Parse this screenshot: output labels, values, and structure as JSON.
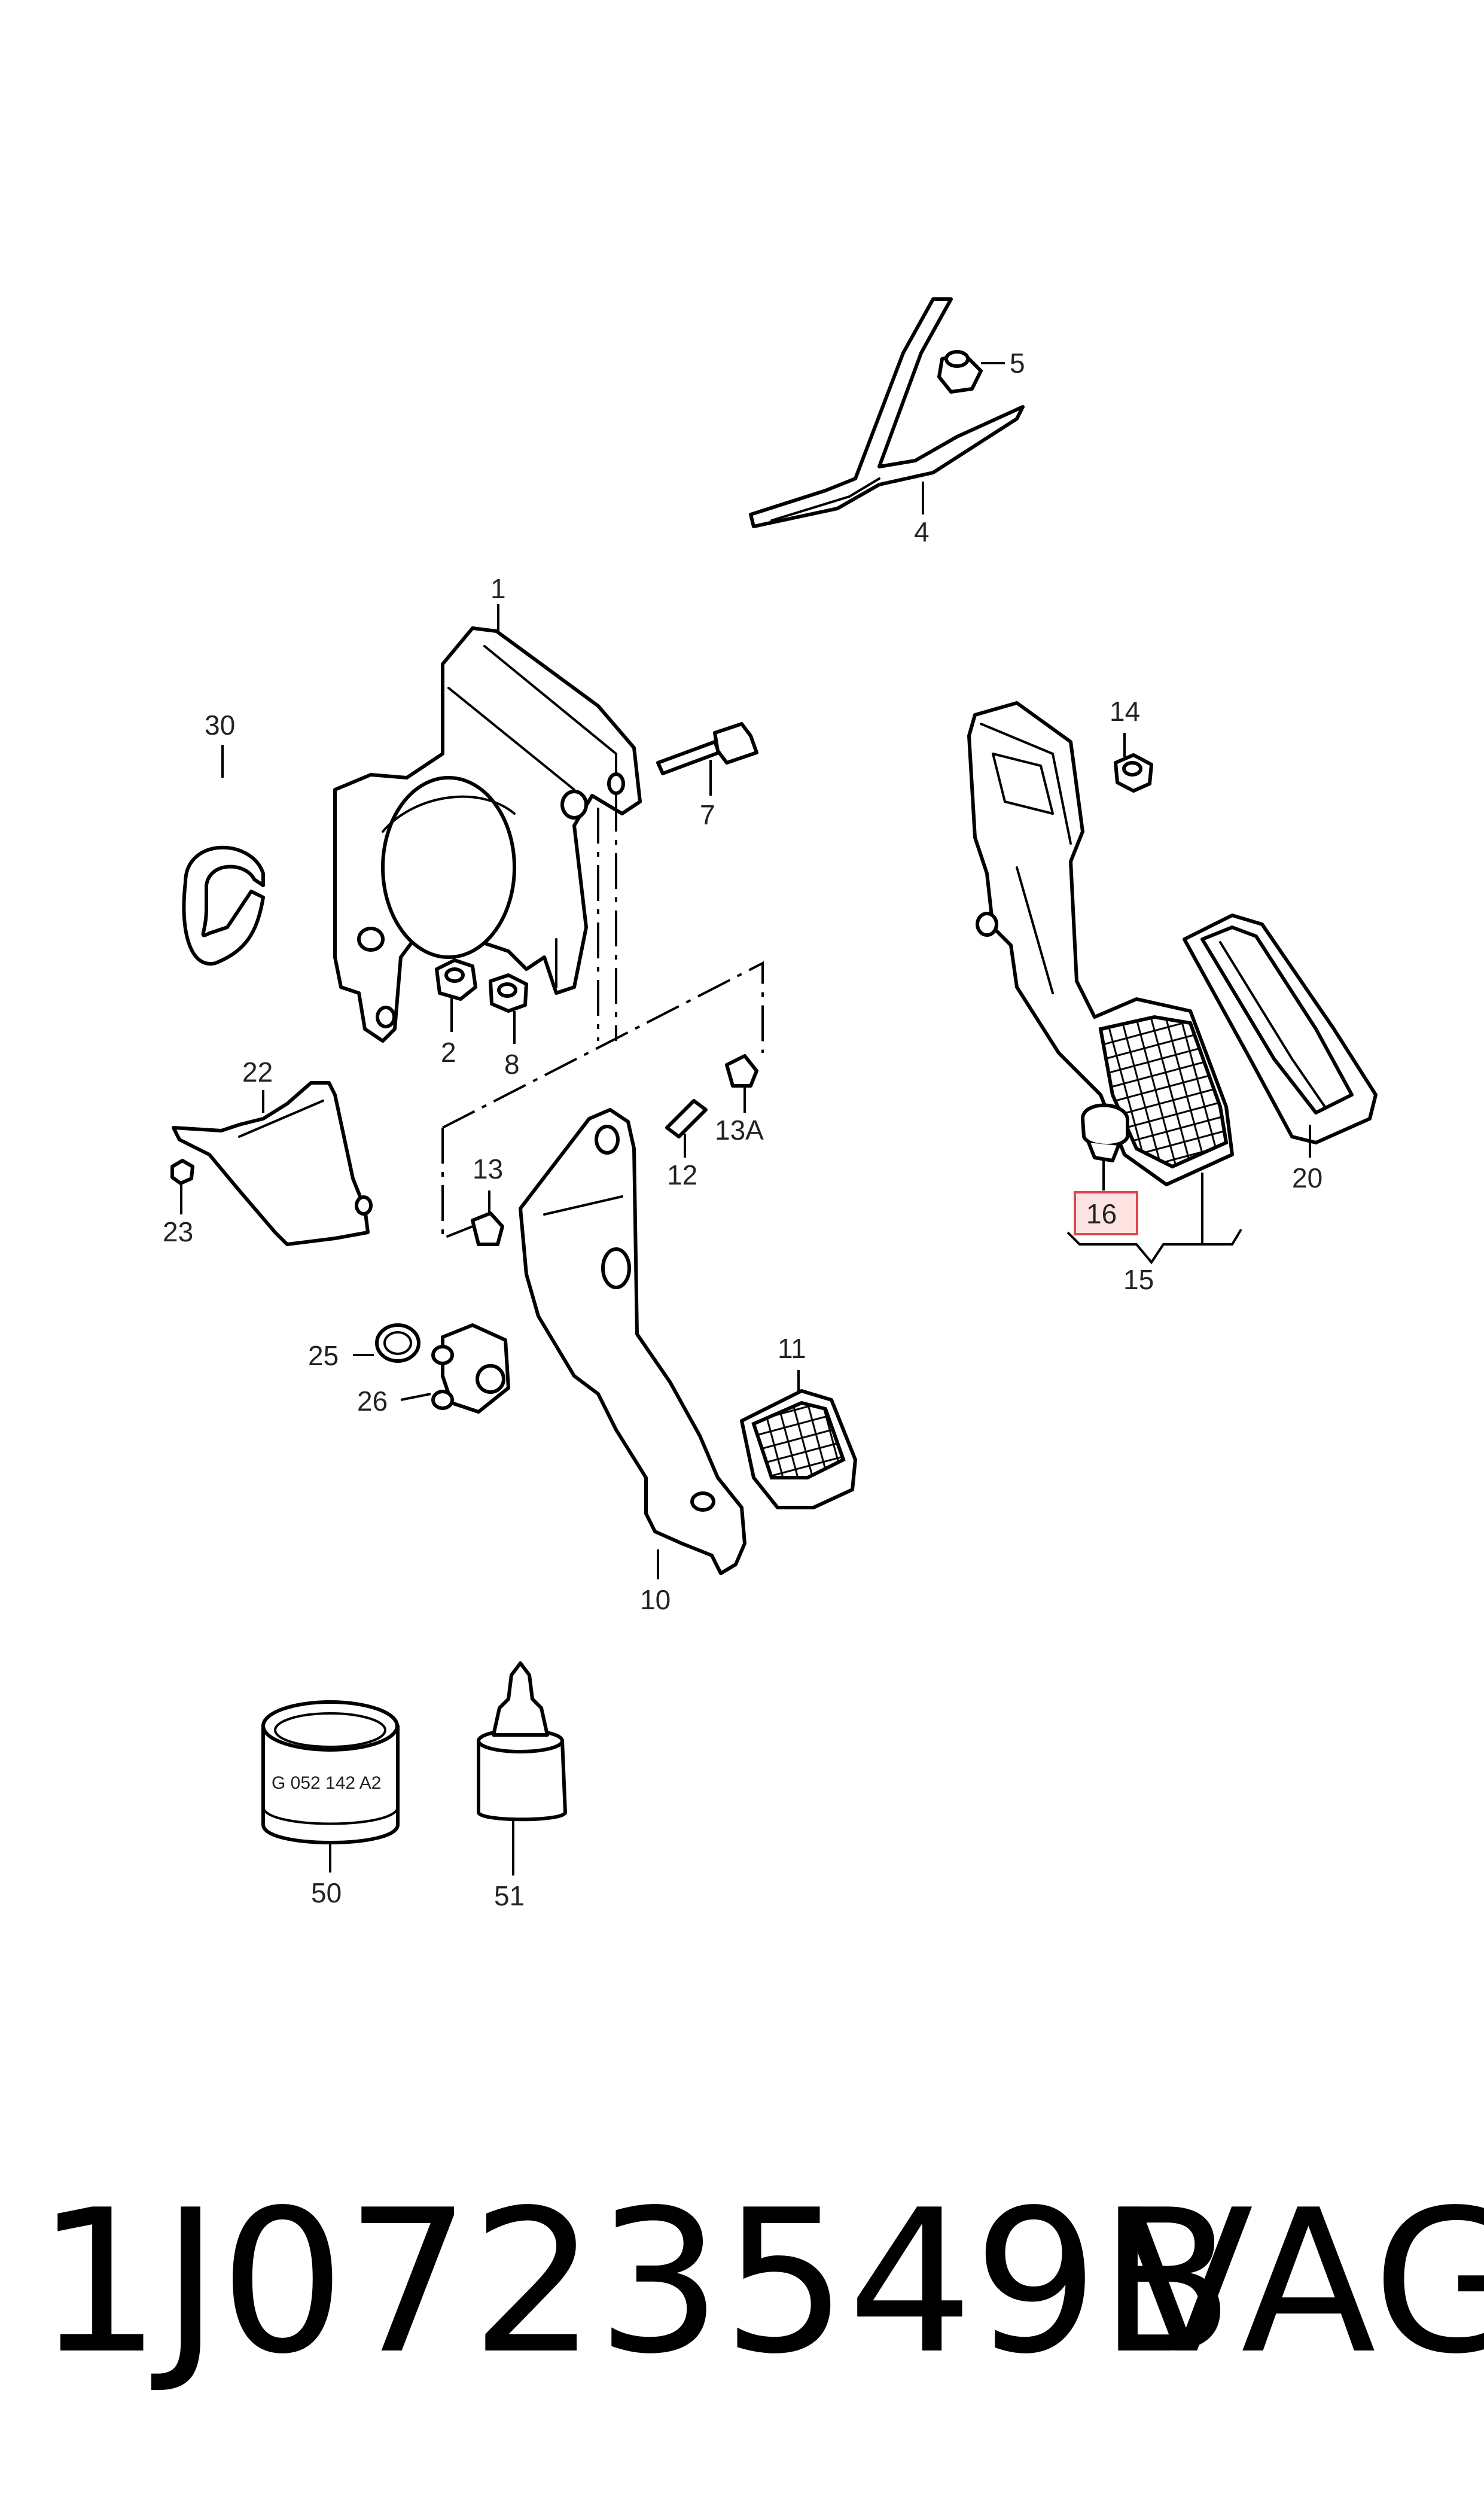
{
  "callouts": {
    "c1": "1",
    "c2": "2",
    "c4": "4",
    "c5": "5",
    "c7": "7",
    "c8": "8",
    "c10": "10",
    "c11": "11",
    "c12": "12",
    "c13": "13",
    "c13a": "13A",
    "c14": "14",
    "c15": "15",
    "c16": "16",
    "c20": "20",
    "c22": "22",
    "c23": "23",
    "c25": "25",
    "c26": "26",
    "c30": "30",
    "c50": "50",
    "c51": "51"
  },
  "container_label": "G 052 142 A2",
  "highlighted_part": "16",
  "footer": {
    "part_number": "1J0723549B",
    "brand": "VAG"
  },
  "colors": {
    "highlight_fill": "#fde2e2",
    "highlight_stroke": "#e0474c",
    "line": "#000000"
  }
}
